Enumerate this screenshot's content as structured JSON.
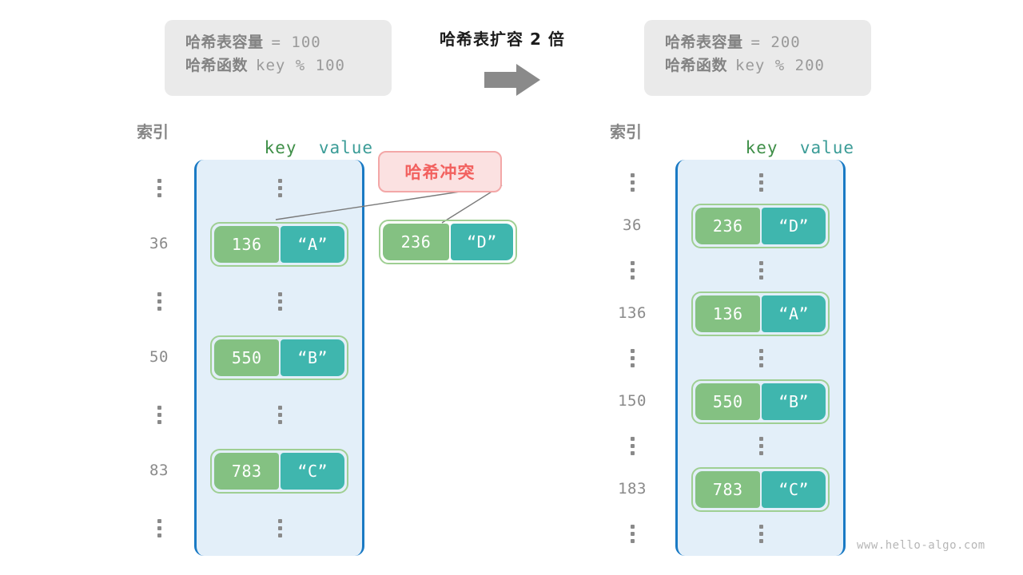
{
  "watermark": "www.hello-algo.com",
  "center": {
    "title": "哈希表扩容 2 倍",
    "arrow_icon": "right-arrow-icon"
  },
  "left_panel": {
    "info": {
      "capacity_label": "哈希表容量",
      "capacity_value": "= 100",
      "function_label": "哈希函数",
      "function_value": "key % 100"
    },
    "headers": {
      "index": "索引",
      "key": "key",
      "value": "value"
    },
    "rows": [
      {
        "index": "⋮",
        "type": "dots"
      },
      {
        "index": "36",
        "type": "pair",
        "key": "136",
        "value": "“A”"
      },
      {
        "index": "⋮",
        "type": "dots"
      },
      {
        "index": "50",
        "type": "pair",
        "key": "550",
        "value": "“B”"
      },
      {
        "index": "⋮",
        "type": "dots"
      },
      {
        "index": "83",
        "type": "pair",
        "key": "783",
        "value": "“C”"
      },
      {
        "index": "⋮",
        "type": "dots"
      }
    ]
  },
  "right_panel": {
    "info": {
      "capacity_label": "哈希表容量",
      "capacity_value": "= 200",
      "function_label": "哈希函数",
      "function_value": "key % 200"
    },
    "headers": {
      "index": "索引",
      "key": "key",
      "value": "value"
    },
    "rows": [
      {
        "index": "⋮",
        "type": "dots"
      },
      {
        "index": "36",
        "type": "pair",
        "key": "236",
        "value": "“D”"
      },
      {
        "index": "⋮",
        "type": "dots"
      },
      {
        "index": "136",
        "type": "pair",
        "key": "136",
        "value": "“A”"
      },
      {
        "index": "⋮",
        "type": "dots"
      },
      {
        "index": "150",
        "type": "pair",
        "key": "550",
        "value": "“B”"
      },
      {
        "index": "⋮",
        "type": "dots"
      },
      {
        "index": "183",
        "type": "pair",
        "key": "783",
        "value": "“C”"
      },
      {
        "index": "⋮",
        "type": "dots"
      }
    ]
  },
  "collision": {
    "badge_label": "哈希冲突",
    "pair": {
      "key": "236",
      "value": "“D”"
    }
  },
  "colors": {
    "bucket_fill": "#e3eff9",
    "bucket_border": "#1a7ac4",
    "key_fill": "#84c182",
    "value_fill": "#3fb6ae",
    "pair_border": "#9fcf93",
    "badge_fill": "#fbe1e1",
    "badge_border": "#f3a7a7",
    "badge_text": "#f2615f",
    "info_box_fill": "#eaeaea",
    "arrow_fill": "#8a8a8a"
  }
}
